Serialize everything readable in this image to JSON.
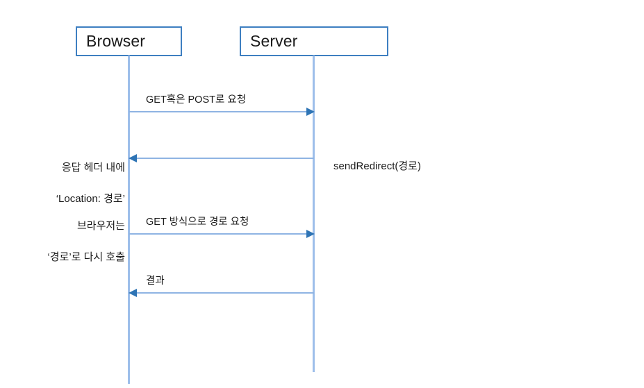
{
  "diagram": {
    "type": "sequence-diagram",
    "colors": {
      "box_border": "#3E7FC1",
      "lifeline": "#9DBEEA",
      "message_line": "#8FB4E3",
      "arrowhead": "#2E74B5",
      "text": "#1a1a1a",
      "background": "#ffffff"
    },
    "participants": [
      {
        "id": "browser",
        "label": "Browser"
      },
      {
        "id": "server",
        "label": "Server"
      }
    ],
    "messages": [
      {
        "id": "request",
        "label": "GET혹은 POST로 요청",
        "from": "browser",
        "to": "server",
        "direction": "right"
      },
      {
        "id": "redirect",
        "label": "",
        "from": "server",
        "to": "browser",
        "direction": "left"
      },
      {
        "id": "get-path",
        "label": "GET 방식으로 경로 요청",
        "from": "browser",
        "to": "server",
        "direction": "right"
      },
      {
        "id": "result",
        "label": "결과",
        "from": "server",
        "to": "browser",
        "direction": "left"
      }
    ],
    "annotations": [
      {
        "id": "location-note",
        "side": "left",
        "line1": "응답 헤더 내에",
        "line2": "‘Location: 경로’"
      },
      {
        "id": "rebrowse-note",
        "side": "left",
        "line1": "브라우저는",
        "line2": "‘경로’로 다시 호출"
      },
      {
        "id": "sendredirect-note",
        "side": "right",
        "line1": "sendRedirect(경로)",
        "line2": ""
      }
    ]
  }
}
